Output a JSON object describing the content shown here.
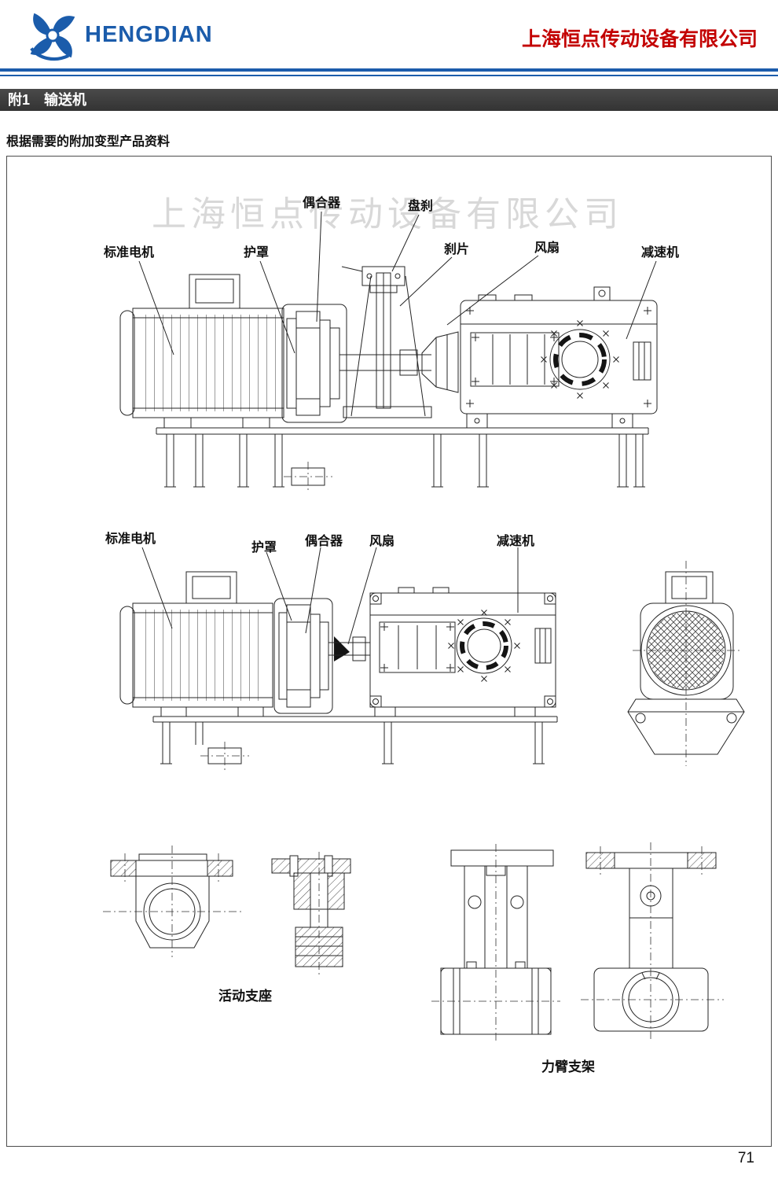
{
  "header": {
    "brand": "HENGDIAN",
    "company": "上海恒点传动设备有限公司",
    "accent_blue": "#1b5cab",
    "accent_red": "#c30000"
  },
  "section": {
    "title": "附1　输送机",
    "subtitle": "根据需要的附加变型产品资料"
  },
  "figure": {
    "watermark": "上海恒点传动设备有限公司",
    "top_view_labels": {
      "coupling": "偶合器",
      "disc_brake": "盘刹",
      "motor": "标准电机",
      "guard": "护罩",
      "brake_pad": "刹片",
      "fan": "风扇",
      "reducer": "减速机"
    },
    "middle_view_labels": {
      "motor": "标准电机",
      "guard": "护罩",
      "coupling": "偶合器",
      "fan": "风扇",
      "reducer": "减速机"
    },
    "captions": {
      "movable_support": "活动支座",
      "torque_arm_bracket": "力臂支架"
    }
  },
  "footer": {
    "page_number": "71"
  }
}
